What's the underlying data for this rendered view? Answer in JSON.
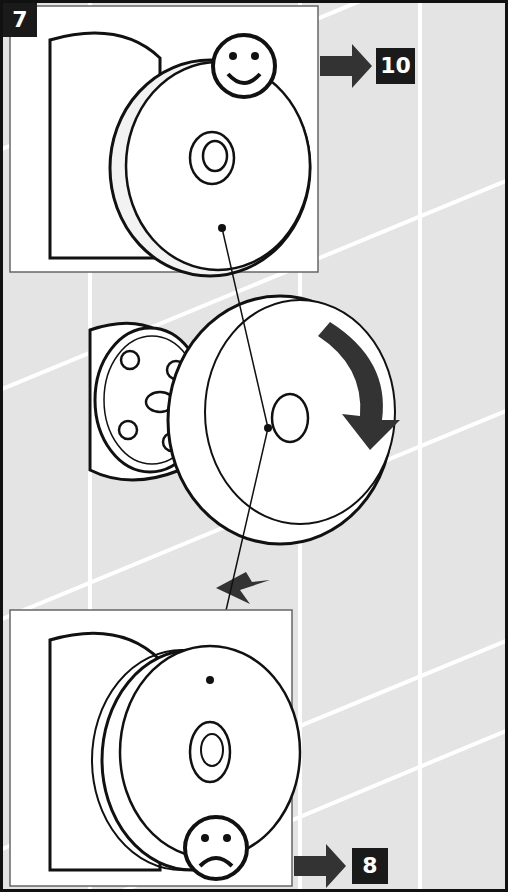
{
  "diagram": {
    "nodes": [
      {
        "text": [
          "7"
        ]
      },
      {
        "text": [
          "10"
        ]
      },
      {
        "text": [
          "8"
        ]
      }
    ]
  }
}
